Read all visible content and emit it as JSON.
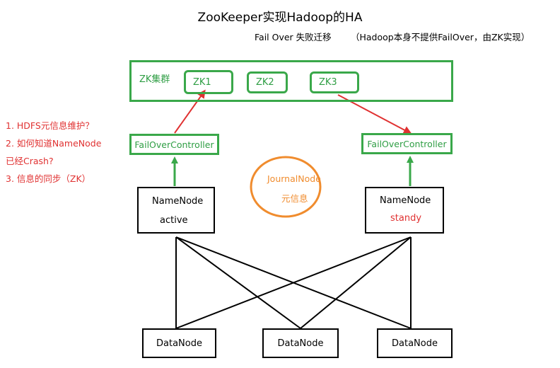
{
  "title": "ZooKeeper实现Hadoop的HA",
  "subtitle_left": "Fail Over 失败迁移",
  "subtitle_right": "（Hadoop本身不提供FailOver，由ZK实现）",
  "zk_cluster": {
    "label": "ZK集群",
    "nodes": [
      "ZK1",
      "ZK2",
      "ZK3"
    ]
  },
  "failover_controllers": [
    "FailOverController",
    "FailOverController"
  ],
  "namenodes": [
    {
      "name": "NameNode",
      "state": "active"
    },
    {
      "name": "NameNode",
      "state": "standy"
    }
  ],
  "journal_node": {
    "line1": "JournalNode",
    "line2": "元信息"
  },
  "datanodes": [
    "DataNode",
    "DataNode",
    "DataNode"
  ],
  "notes": [
    "1. HDFS元信息维护？",
    "2. 如何知道NameNode",
    "已经Crash?",
    "3. 信息的同步（ZK）"
  ],
  "colors": {
    "green": "#3aa84a",
    "red": "#e03131",
    "orange": "#f08c2e",
    "black": "#000000"
  }
}
